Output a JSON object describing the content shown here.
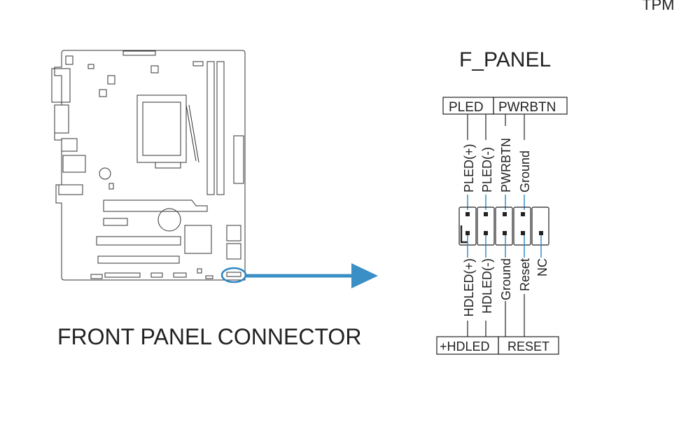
{
  "corner_text": "TPM",
  "board_caption": "FRONT PANEL CONNECTOR",
  "header_title": "F_PANEL",
  "top_group_labels": [
    "PLED",
    "PWRBTN"
  ],
  "bottom_group_labels": [
    "+HDLED",
    "RESET"
  ],
  "top_pins": [
    "PLED(+)",
    "PLED(-)",
    "PWRBTN",
    "Ground"
  ],
  "bottom_pins": [
    "HDLED(+)",
    "HDLED(-)",
    "Ground",
    "Reset",
    "NC"
  ],
  "colors": {
    "arrow": "#3a8fc6",
    "highlight": "#2f86c4",
    "pin_line": "#2a86c0",
    "ink": "#222222"
  }
}
